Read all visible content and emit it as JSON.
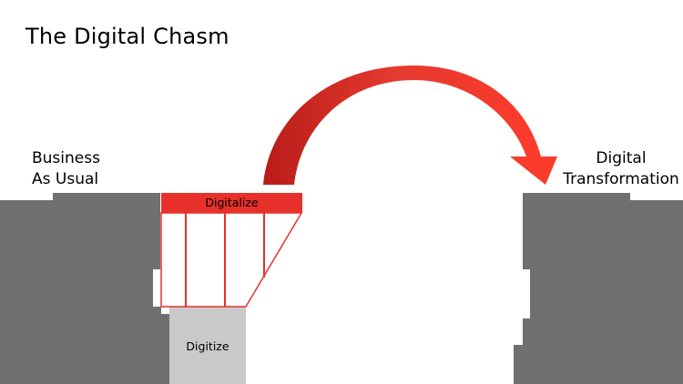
{
  "title": "The Digital Chasm",
  "left_side": {
    "line1": "Business",
    "line2": "As Usual"
  },
  "right_side": {
    "line1": "Digital",
    "line2": "Transformation"
  },
  "bridge_label": "Digitalize",
  "base_label": "Digitize",
  "colors": {
    "cliff": "#707070",
    "red": "#e8302a",
    "arrow_dark": "#c4201c",
    "digitize_block": "#c9c9c9"
  }
}
